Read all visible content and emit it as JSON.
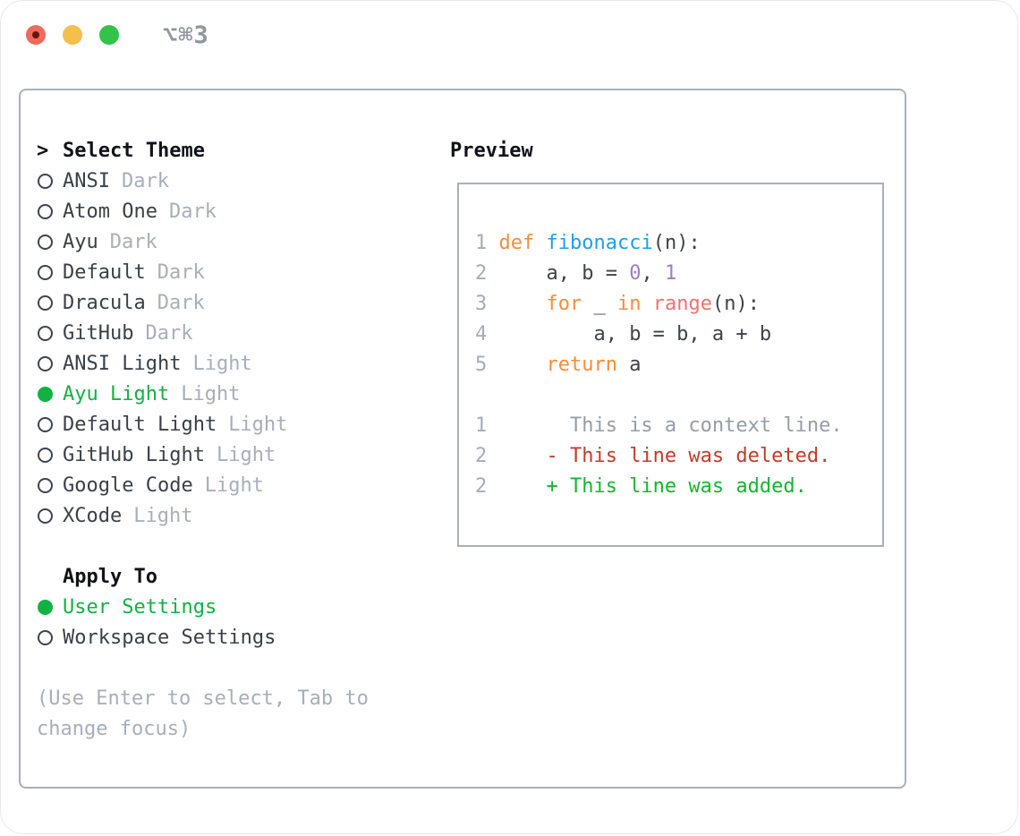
{
  "titlebar": {
    "title": "⌥⌘3",
    "buttons": [
      {
        "name": "close",
        "color": "#f1695d"
      },
      {
        "name": "minimize",
        "color": "#f5bf4d"
      },
      {
        "name": "zoom",
        "color": "#32c348"
      }
    ]
  },
  "theme_panel": {
    "header_prefix": ">",
    "header": "Select Theme",
    "items": [
      {
        "label": "ANSI",
        "variant": "Dark",
        "selected": false
      },
      {
        "label": "Atom One",
        "variant": "Dark",
        "selected": false
      },
      {
        "label": "Ayu",
        "variant": "Dark",
        "selected": false
      },
      {
        "label": "Default",
        "variant": "Dark",
        "selected": false
      },
      {
        "label": "Dracula",
        "variant": "Dark",
        "selected": false
      },
      {
        "label": "GitHub",
        "variant": "Dark",
        "selected": false
      },
      {
        "label": "ANSI Light",
        "variant": "Light",
        "selected": false
      },
      {
        "label": "Ayu Light",
        "variant": "Light",
        "selected": true
      },
      {
        "label": "Default Light",
        "variant": "Light",
        "selected": false
      },
      {
        "label": "GitHub Light",
        "variant": "Light",
        "selected": false
      },
      {
        "label": "Google Code",
        "variant": "Light",
        "selected": false
      },
      {
        "label": "XCode",
        "variant": "Light",
        "selected": false
      }
    ],
    "apply_header": "Apply To",
    "apply_options": [
      {
        "label": "User Settings",
        "selected": true
      },
      {
        "label": "Workspace Settings",
        "selected": false
      }
    ],
    "hint_lines": [
      "(Use Enter to select, Tab to",
      "change focus)"
    ]
  },
  "preview_panel": {
    "header": "Preview",
    "code_lines": [
      [
        [
          "ln",
          "1"
        ],
        [
          "plain",
          " "
        ],
        [
          "kw",
          "def"
        ],
        [
          "plain",
          " "
        ],
        [
          "fn",
          "fibonacci"
        ],
        [
          "plain",
          "(n):"
        ]
      ],
      [
        [
          "ln",
          "2"
        ],
        [
          "plain",
          "     a, b = "
        ],
        [
          "num",
          "0"
        ],
        [
          "plain",
          ", "
        ],
        [
          "num",
          "1"
        ]
      ],
      [
        [
          "ln",
          "3"
        ],
        [
          "plain",
          "     "
        ],
        [
          "kw",
          "for"
        ],
        [
          "plain",
          " _ "
        ],
        [
          "kw",
          "in"
        ],
        [
          "plain",
          " "
        ],
        [
          "call",
          "range"
        ],
        [
          "plain",
          "(n):"
        ]
      ],
      [
        [
          "ln",
          "4"
        ],
        [
          "plain",
          "         a, b = b, a + b"
        ]
      ],
      [
        [
          "ln",
          "5"
        ],
        [
          "plain",
          "     "
        ],
        [
          "kw",
          "return"
        ],
        [
          "plain",
          " a"
        ]
      ],
      [],
      [
        [
          "ln",
          "1"
        ],
        [
          "ctx",
          "       This is a context line."
        ]
      ],
      [
        [
          "ln",
          "2"
        ],
        [
          "del",
          "     - This line was deleted."
        ]
      ],
      [
        [
          "ln",
          "2"
        ],
        [
          "add",
          "     + This line was added."
        ]
      ]
    ]
  },
  "palette": {
    "accent_green": "#10b341",
    "keyword_orange": "#f98c3a",
    "function_blue": "#1e9fe8",
    "number_purple": "#a37acc",
    "builtin_coral": "#f07171",
    "deleted_red": "#c43b28",
    "added_green": "#12b72f",
    "muted_gray": "#a7afba",
    "text_dark": "#3a4048",
    "border_gray": "#a9b0ba"
  }
}
